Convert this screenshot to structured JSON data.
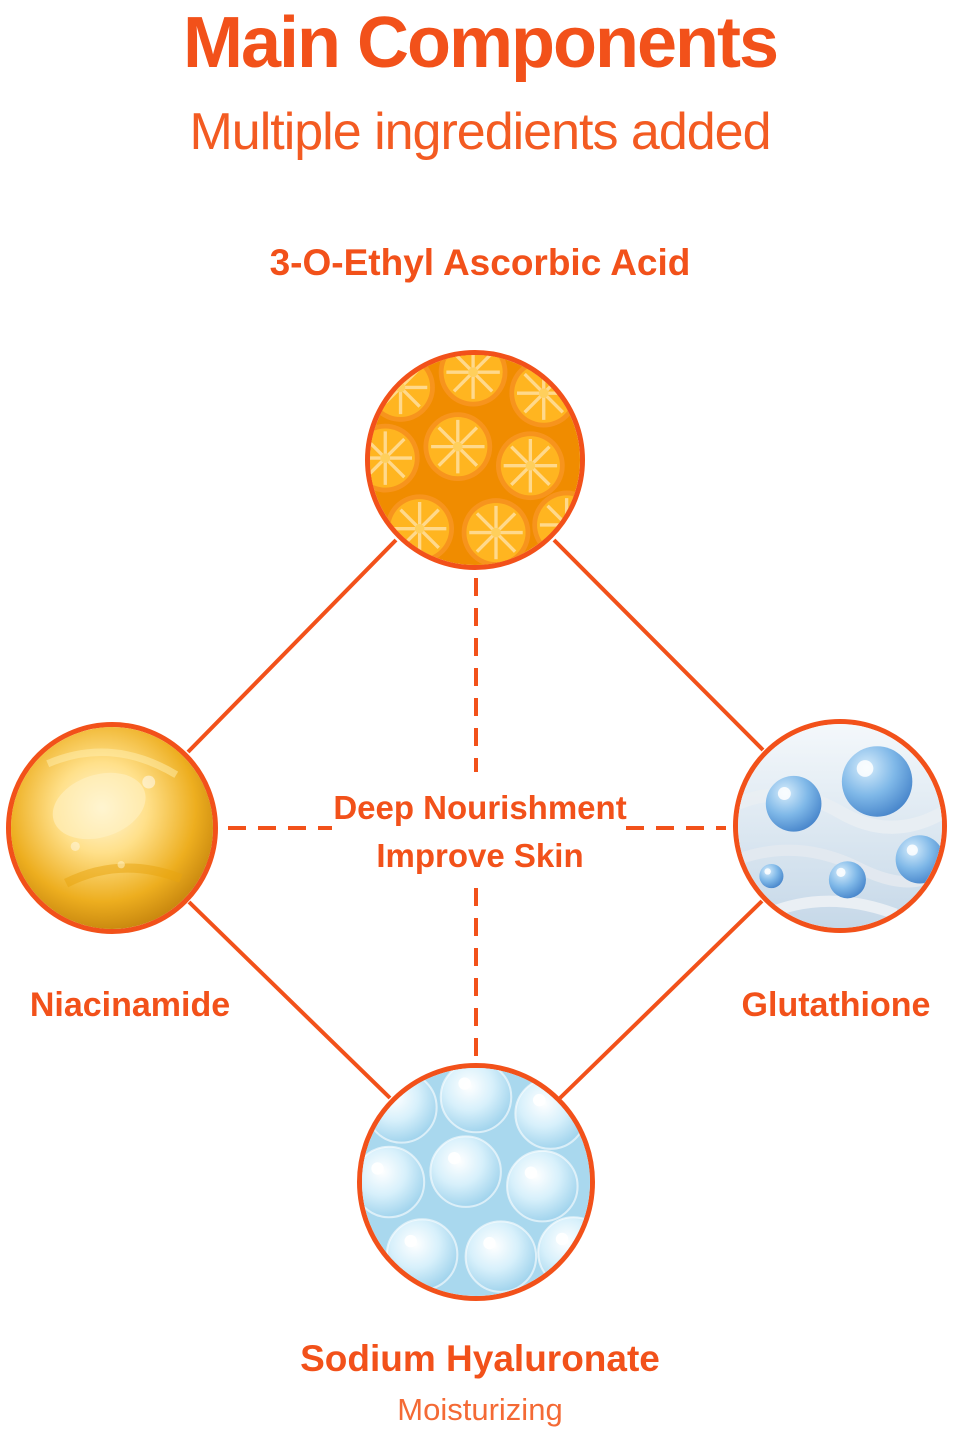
{
  "header": {
    "title": "Main Components",
    "subtitle": "Multiple ingredients added"
  },
  "diagram": {
    "accent_color": "#F2511A",
    "center": {
      "line1": "Deep Nourishment",
      "line2": "Improve Skin"
    },
    "nodes": {
      "top": {
        "label": "3-O-Ethyl Ascorbic Acid",
        "image": "orange-slices-photo"
      },
      "left": {
        "label": "Niacinamide",
        "image": "golden-oil-droplet-photo"
      },
      "right": {
        "label": "Glutathione",
        "image": "blue-molecule-spheres-photo"
      },
      "bottom": {
        "label": "Sodium Hyaluronate",
        "sublabel": "Moisturizing",
        "image": "hyaluronic-acid-bubbles-photo"
      }
    }
  }
}
